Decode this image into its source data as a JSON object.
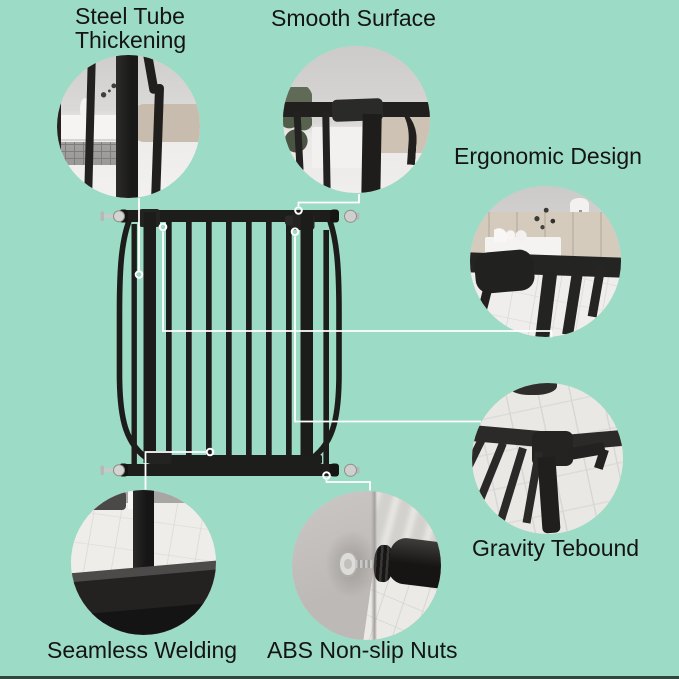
{
  "colors": {
    "background": "#9cdbc6",
    "label_text": "#141414",
    "connector_line": "#ffffff",
    "gate_black": "#1d1d1c",
    "screw_silver": "#cfcfcd",
    "bottom_edge": "#2e463e"
  },
  "callouts": [
    {
      "name": "steel-tube-thickening",
      "label": "Steel Tube Thickening",
      "lines": [
        "Steel Tube",
        "Thickening"
      ]
    },
    {
      "name": "smooth-surface",
      "label": "Smooth Surface",
      "lines": [
        "Smooth Surface"
      ]
    },
    {
      "name": "ergonomic-design",
      "label": "Ergonomic Design",
      "lines": [
        "Ergonomic Design"
      ]
    },
    {
      "name": "gravity-tebound",
      "label": "Gravity Tebound",
      "lines": [
        "Gravity Tebound"
      ]
    },
    {
      "name": "seamless-welding",
      "label": "Seamless Welding",
      "lines": [
        "Seamless Welding"
      ]
    },
    {
      "name": "abs-non-slip-nuts",
      "label": "ABS Non-slip Nuts",
      "lines": [
        "ABS Non-slip Nuts"
      ]
    }
  ]
}
